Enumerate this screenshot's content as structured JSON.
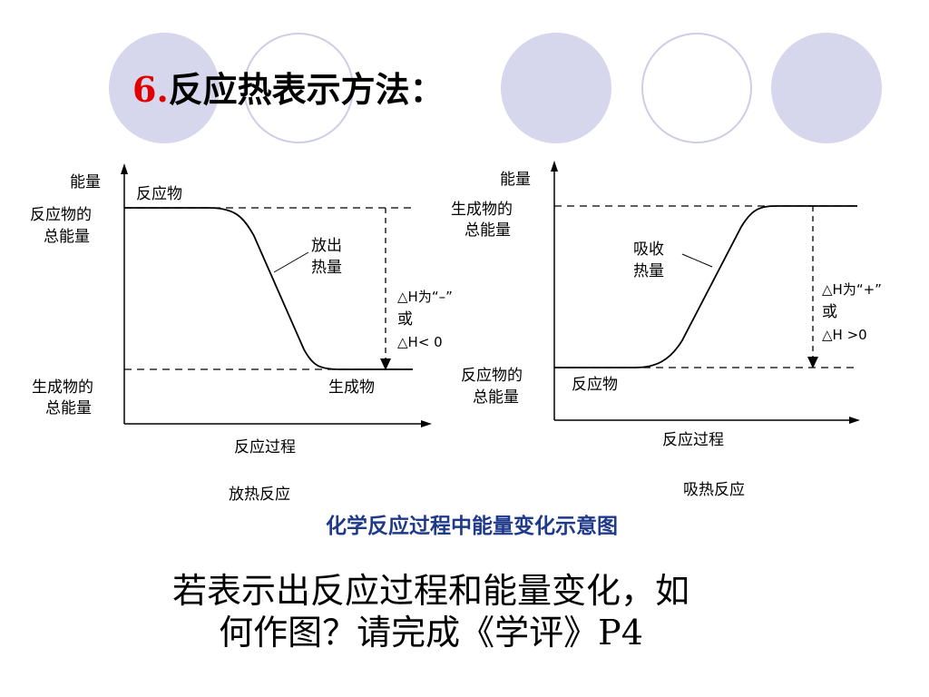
{
  "slide": {
    "title_number": "6.",
    "title_text": "反应热表示方法：",
    "caption": "化学反应过程中能量变化示意图",
    "footer_line1": "若表示出反应过程和能量变化，如",
    "footer_line2": "何作图？请完成《学评》P4"
  },
  "decor": {
    "circle_fill": "#d6d6ec",
    "circle_outline": "#cdcde6",
    "title_number_color": "#e00000",
    "caption_color": "#1f3a8a"
  },
  "left_diagram": {
    "y_axis": "能量",
    "top_label": "反应物",
    "top_level": "反应物的总能量",
    "top_level_l1": "反应物的",
    "top_level_l2": "总能量",
    "curve_label_l1": "放出",
    "curve_label_l2": "热量",
    "dh_l1": "△H为“–”",
    "dh_l2": "或",
    "dh_l3": "△H< 0",
    "bottom_level_l1": "生成物的",
    "bottom_level_l2": "总能量",
    "bottom_label": "生成物",
    "x_axis": "反应过程",
    "reaction_type": "放热反应"
  },
  "right_diagram": {
    "y_axis": "能量",
    "top_level_l1": "生成物的",
    "top_level_l2": "总能量",
    "curve_label_l1": "吸收",
    "curve_label_l2": "热量",
    "dh_l1": "△H为“+”",
    "dh_l2": "或",
    "dh_l3": "△H >0",
    "bottom_level_l1": "反应物的",
    "bottom_level_l2": "总能量",
    "bottom_label": "反应物",
    "x_axis": "反应过程",
    "reaction_type": "吸热反应"
  }
}
